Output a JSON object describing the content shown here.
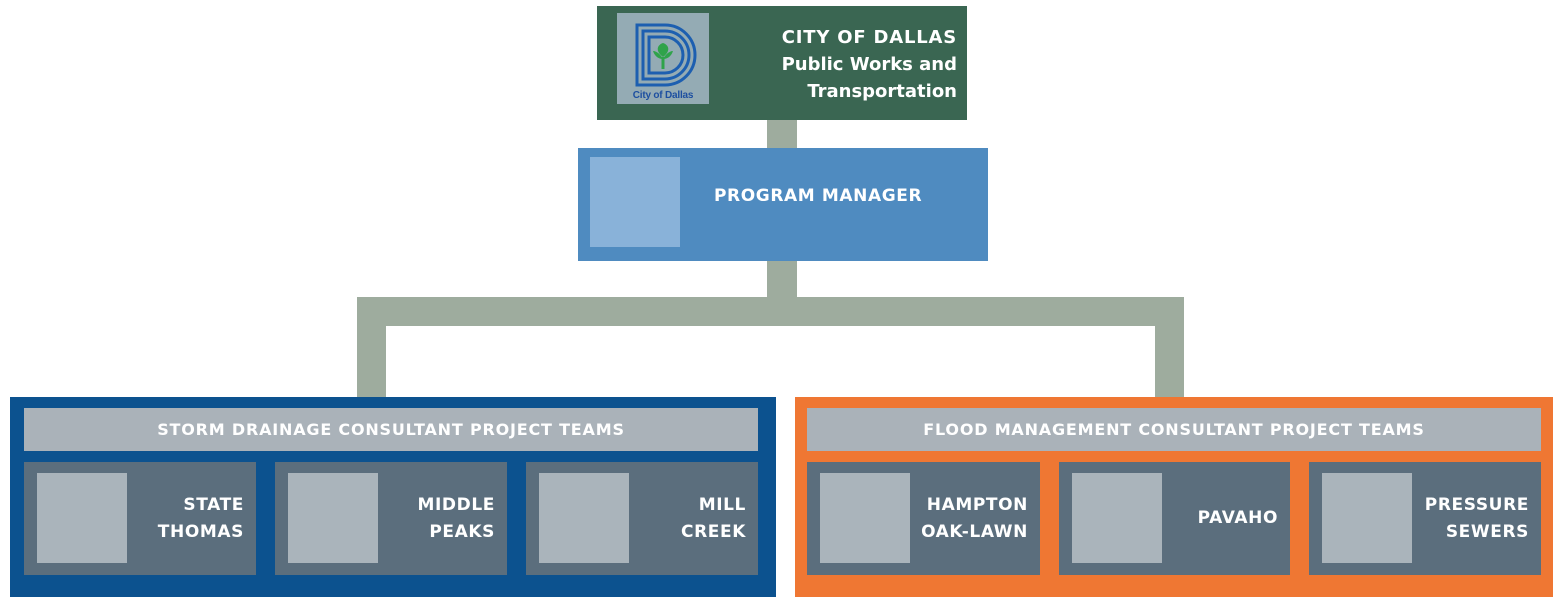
{
  "top": {
    "logo_text": "City of Dallas",
    "line1": "CITY OF DALLAS",
    "line2": "Public Works and",
    "line3": "Transportation"
  },
  "program_manager": {
    "label": "PROGRAM MANAGER"
  },
  "storm": {
    "header": "STORM DRAINAGE CONSULTANT PROJECT TEAMS",
    "teams": [
      {
        "line1": "STATE",
        "line2": "THOMAS"
      },
      {
        "line1": "MIDDLE",
        "line2": "PEAKS"
      },
      {
        "line1": "MILL",
        "line2": "CREEK"
      }
    ]
  },
  "flood": {
    "header": "FLOOD MANAGEMENT CONSULTANT PROJECT TEAMS",
    "teams": [
      {
        "line1": "HAMPTON",
        "line2": "OAK-LAWN"
      },
      {
        "line1": "PAVAHO"
      },
      {
        "line1": "PRESSURE",
        "line2": "SEWERS"
      }
    ]
  },
  "colors": {
    "city_green": "#3a6652",
    "program_blue": "#4f8bc0",
    "storm_blue": "#0c528f",
    "flood_orange": "#ef7733",
    "connector": "#9eac9e",
    "card": "#5b6e7d"
  }
}
